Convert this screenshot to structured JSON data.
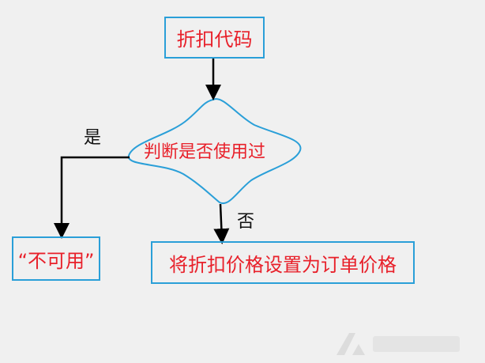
{
  "nodes": {
    "start": "折扣代码",
    "decision": "判断是否使用过",
    "yes_result": "“不可用”",
    "no_result": "将折扣价格设置为订单价格"
  },
  "edge_labels": {
    "yes": "是",
    "no": "否"
  },
  "colors": {
    "border": "#2a9fd8",
    "text": "#e8202a",
    "arrow": "#000000"
  }
}
